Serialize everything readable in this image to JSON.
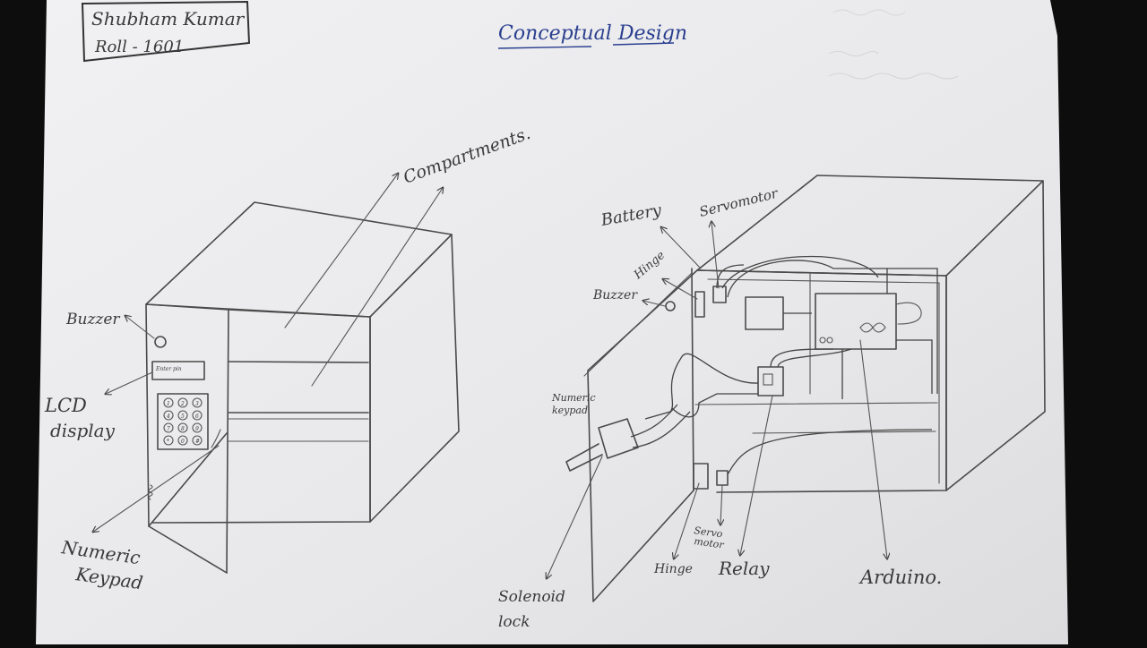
{
  "header": {
    "author_name": "Shubham Kumar",
    "roll": "Roll - 1601",
    "title": "Conceptual Design"
  },
  "left_sketch": {
    "compartments_label": "Compartments.",
    "buzzer_label": "Buzzer",
    "lcd_label_line1": "LCD",
    "lcd_label_line2": "display",
    "keypad_label_line1": "Numeric",
    "keypad_label_line2": "Keypad",
    "lcd_screen_text": "Enter pin"
  },
  "right_sketch": {
    "battery_label": "Battery",
    "servomotor_label": "Servomotor",
    "hinge_top_label": "Hinge",
    "buzzer_label": "Buzzer",
    "keypad_label_line1": "Numeric",
    "keypad_label_line2": "keypad",
    "solenoid_label_line1": "Solenoid",
    "solenoid_label_line2": "lock",
    "hinge_bottom_label": "Hinge",
    "servo_bottom_line1": "Servo",
    "servo_bottom_line2": "motor",
    "relay_label": "Relay",
    "arduino_label": "Arduino."
  },
  "keypad_keys": [
    "1",
    "2",
    "3",
    "4",
    "5",
    "6",
    "7",
    "8",
    "9",
    "*",
    "0",
    "#"
  ]
}
